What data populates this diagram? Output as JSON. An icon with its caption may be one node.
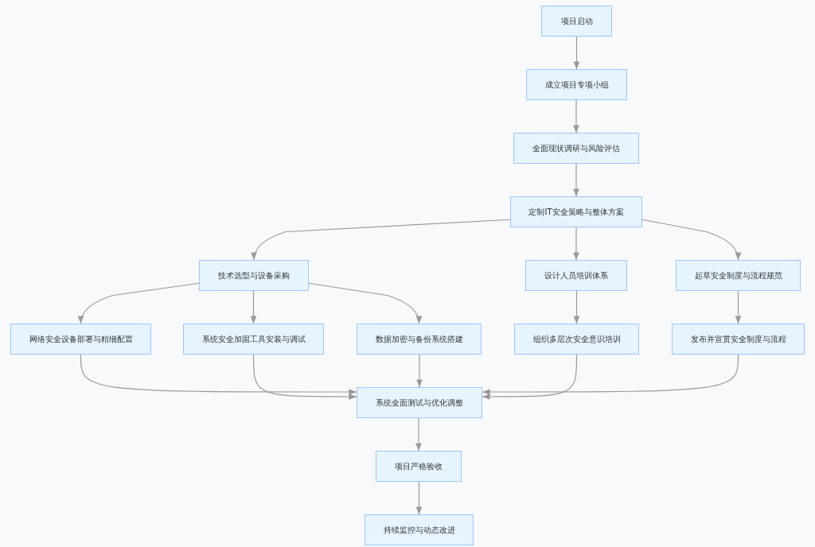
{
  "diagram": {
    "nodes": [
      {
        "text": [
          "项目启动"
        ]
      },
      {
        "text": [
          "成立项目专项小组"
        ]
      },
      {
        "text": [
          "全面现状调研与风险评估"
        ]
      },
      {
        "text": [
          "定制IT安全策略与整体方案"
        ]
      },
      {
        "text": [
          "技术选型与设备采购"
        ]
      },
      {
        "text": [
          "设计人员培训体系"
        ]
      },
      {
        "text": [
          "起草安全制度与流程规范"
        ]
      },
      {
        "text": [
          "网络安全设备部署与精细配置"
        ]
      },
      {
        "text": [
          "系统安全加固工具安装与调试"
        ]
      },
      {
        "text": [
          "数据加密与备份系统搭建"
        ]
      },
      {
        "text": [
          "组织多层次安全意识培训"
        ]
      },
      {
        "text": [
          "发布并宣贯安全制度与流程"
        ]
      },
      {
        "text": [
          "系统全面测试与优化调整"
        ]
      },
      {
        "text": [
          "项目严格验收"
        ]
      },
      {
        "text": [
          "持续监控与动态改进"
        ]
      }
    ],
    "edges": [
      {
        "from": 0,
        "to": 1,
        "arrow": "to"
      },
      {
        "from": 1,
        "to": 2,
        "arrow": "to"
      },
      {
        "from": 2,
        "to": 3,
        "arrow": "to"
      },
      {
        "from": 3,
        "to": 4,
        "arrow": "to"
      },
      {
        "from": 3,
        "to": 5,
        "arrow": "to"
      },
      {
        "from": 3,
        "to": 6,
        "arrow": "to"
      },
      {
        "from": 4,
        "to": 7,
        "arrow": "to"
      },
      {
        "from": 4,
        "to": 8,
        "arrow": "to"
      },
      {
        "from": 4,
        "to": 9,
        "arrow": "to"
      },
      {
        "from": 5,
        "to": 10,
        "arrow": "to"
      },
      {
        "from": 6,
        "to": 11,
        "arrow": "to"
      },
      {
        "from": 7,
        "to": 12,
        "arrow": "to"
      },
      {
        "from": 8,
        "to": 12,
        "arrow": "to"
      },
      {
        "from": 9,
        "to": 12,
        "arrow": "to"
      },
      {
        "from": 10,
        "to": 12,
        "arrow": "to"
      },
      {
        "from": 11,
        "to": 12,
        "arrow": "to"
      },
      {
        "from": 12,
        "to": 13,
        "arrow": "to"
      },
      {
        "from": 13,
        "to": 14,
        "arrow": "to"
      }
    ]
  }
}
